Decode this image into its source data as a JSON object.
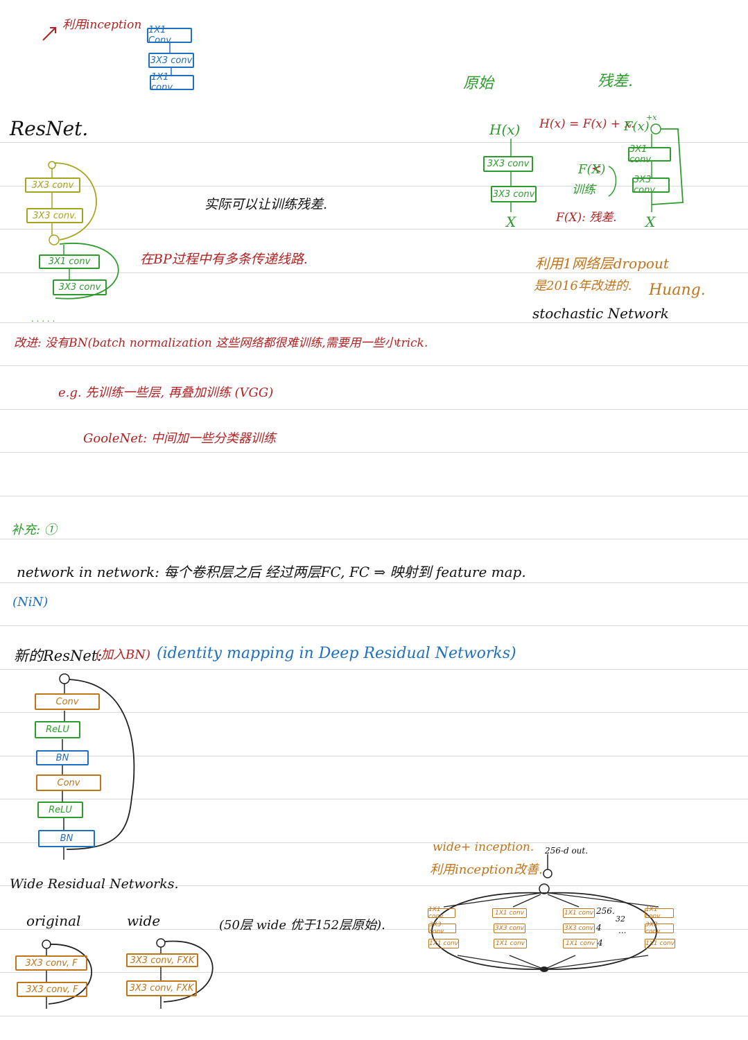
{
  "top_note": "利用inception",
  "top_stack": [
    "1X1 Conv",
    "3X3 conv",
    "1X1 conv"
  ],
  "resnet": {
    "title": "ResNet.",
    "blocks": [
      "3X3 conv",
      "3X3 conv.",
      "3X1 conv",
      "3X3 conv"
    ],
    "note1": "实际可以让训练残差.",
    "note2": "在BP过程中有多条传递线路."
  },
  "residual_diagram": {
    "label_original": "原始",
    "label_residual": "残差.",
    "hx": "H(x)",
    "equation": "H(x) = F(x) + x.",
    "fx_plus": "F(x)",
    "plus_x": "+x",
    "blocks_left": [
      "3X3 conv",
      "3X3 conv"
    ],
    "blocks_right": [
      "3X1 conv",
      "3X3 conv"
    ],
    "fx_label": "F(X)",
    "train_label": "训练",
    "fx_residual": "F(X): 残差.",
    "x_left": "X",
    "x_right": "X"
  },
  "dropout_note": {
    "line1": "利用1网络层dropout",
    "line2": "是2016年改进的.",
    "author": "Huang.",
    "line3": "stochastic Network"
  },
  "improve": {
    "line": "改进: 没有BN(batch normalization 这些网络都很难训练,需要用一些小trick.",
    "eg": "e.g. 先训练一些层, 再叠加训练 (VGG)",
    "googlenet": "GooleNet: 中间加一些分类器训练"
  },
  "note_marker": "补充: ①",
  "nin": {
    "line": "network in network: 每个卷积层之后 经过两层FC, FC ⇒ 映射到 feature map.",
    "abbr": "(NiN)"
  },
  "new_resnet": {
    "title": "新的ResNet:",
    "bn_note": "(加入BN)",
    "paper": "(identity mapping in Deep Residual Networks)",
    "stack": [
      {
        "label": "Conv",
        "color": "orange"
      },
      {
        "label": "ReLU",
        "color": "green"
      },
      {
        "label": "BN",
        "color": "blue"
      },
      {
        "label": "Conv",
        "color": "orange"
      },
      {
        "label": "ReLU",
        "color": "green"
      },
      {
        "label": "BN",
        "color": "blue"
      }
    ]
  },
  "wide": {
    "title": "Wide Residual Networks.",
    "original": "original",
    "wide": "wide",
    "orig_blocks": [
      "3X3 conv, F",
      "3X3 conv, F"
    ],
    "wide_blocks": [
      "3X3 conv, FXK",
      "3X3 conv, FXK"
    ],
    "note": "(50层 wide 优于152层原始)."
  },
  "wide_inception": {
    "title": "wide+ inception.",
    "subtitle": "利用inception改善.",
    "out": "256-d out.",
    "branch_blocks": [
      "1X1 conv",
      "3X3 conv",
      "1X1 conv"
    ],
    "n256": "256.",
    "n4a": "4",
    "n4b": "4",
    "n32": "32",
    "dots": "..."
  },
  "colors": {
    "red": "#b22222",
    "blue": "#1e6fbf",
    "green": "#2e9b2e",
    "orange": "#c0741a",
    "olive": "#a6a31e",
    "rule": "#d9d9d9"
  }
}
